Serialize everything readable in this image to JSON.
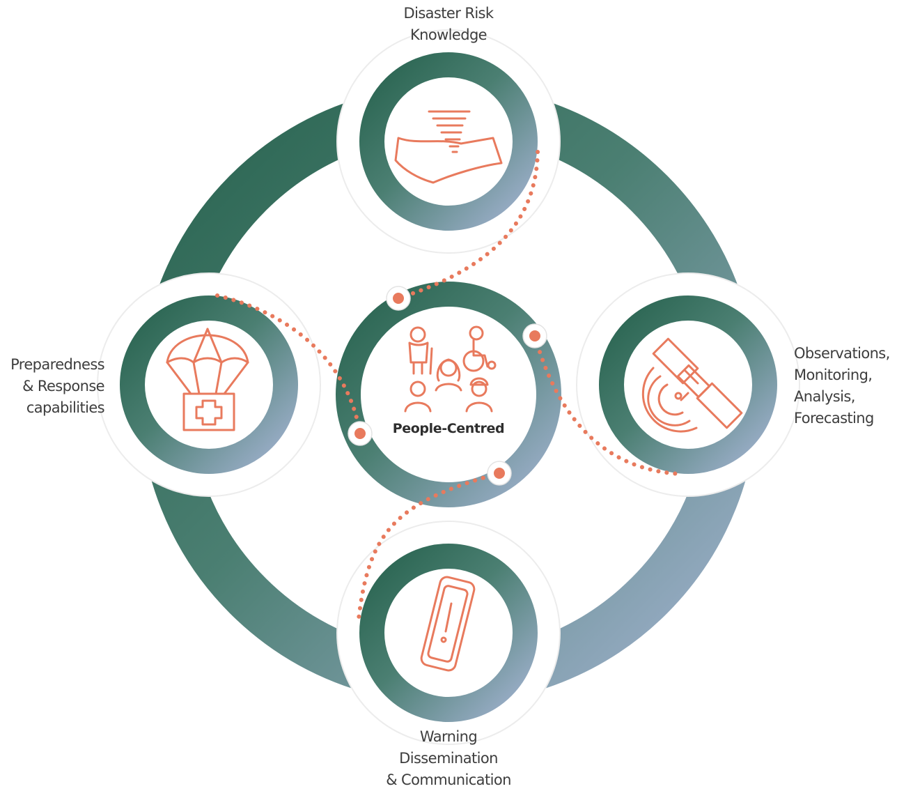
{
  "center": {
    "label": "People-Centred"
  },
  "pillars": {
    "top": {
      "lines": [
        "Disaster Risk",
        "Knowledge"
      ],
      "icon": "tornado-map-icon"
    },
    "right": {
      "lines": [
        "Observations,",
        "Monitoring,",
        "Analysis,",
        "Forecasting"
      ],
      "icon": "satellite-icon"
    },
    "bottom": {
      "lines": [
        "Warning",
        "Dissemination",
        "& Communication"
      ],
      "icon": "mobile-alert-icon"
    },
    "left": {
      "lines": [
        "Preparedness",
        "& Response",
        "capabilities"
      ],
      "icon": "parachute-aid-box-icon"
    }
  },
  "colors": {
    "ring_dark": "#2e6a56",
    "ring_light": "#98a9c6",
    "accent": "#e87a5d",
    "text": "#3d3d3d"
  }
}
